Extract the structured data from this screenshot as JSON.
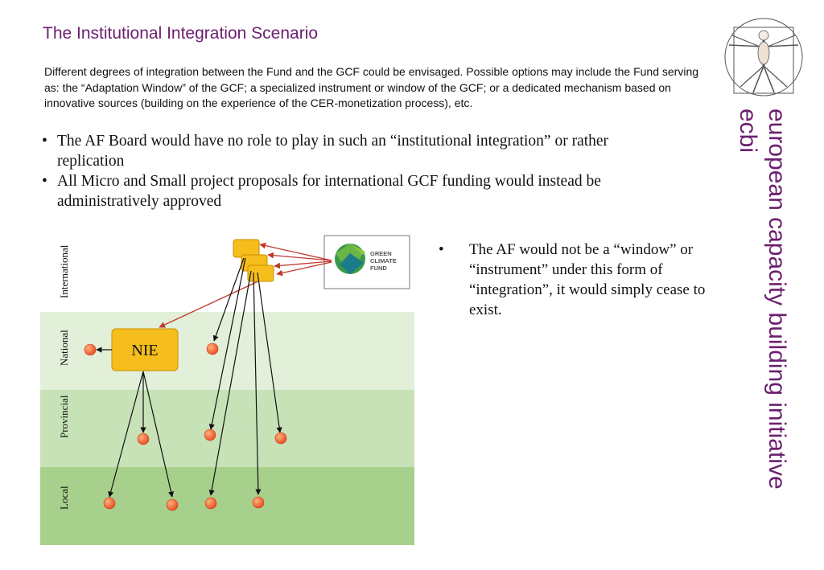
{
  "page": {
    "title": "The Institutional Integration Scenario",
    "intro": "Different degrees of integration between the Fund and the GCF could be envisaged. Possible options may include the Fund serving as: the “Adaptation Window” of the GCF; a specialized instrument or window of the GCF; or a dedicated mechanism based on innovative sources (building on the experience of the CER-monetization process), etc.",
    "bullets": [
      "The AF Board would have no role to play in such an “institutional integration” or rather replication",
      "All Micro and Small project proposals for international GCF funding would instead be administratively approved"
    ],
    "side_bullet": "The AF would not be a “window” or “instrument” under this form of “integration”, it would simply cease to exist.",
    "bullet_symbol": "•"
  },
  "branding": {
    "org_name": "european capacity building initiative",
    "org_abbr": "ecbi",
    "logo_icon": "vitruvian-man-icon",
    "color": "#6b1f6f"
  },
  "diagram": {
    "levels": [
      "International",
      "National",
      "Provincial",
      "Local"
    ],
    "level_colors": [
      "#ffffff",
      "#e2efd9",
      "#c8e2b8",
      "#a8d08d"
    ],
    "nie_label": "NIE",
    "gcf_logo_text": [
      "GREEN",
      "CLIMATE",
      "FUND"
    ],
    "box_color": "#f6be1c",
    "node_color": "#e84a25",
    "arrow_red": "#c0392b"
  }
}
